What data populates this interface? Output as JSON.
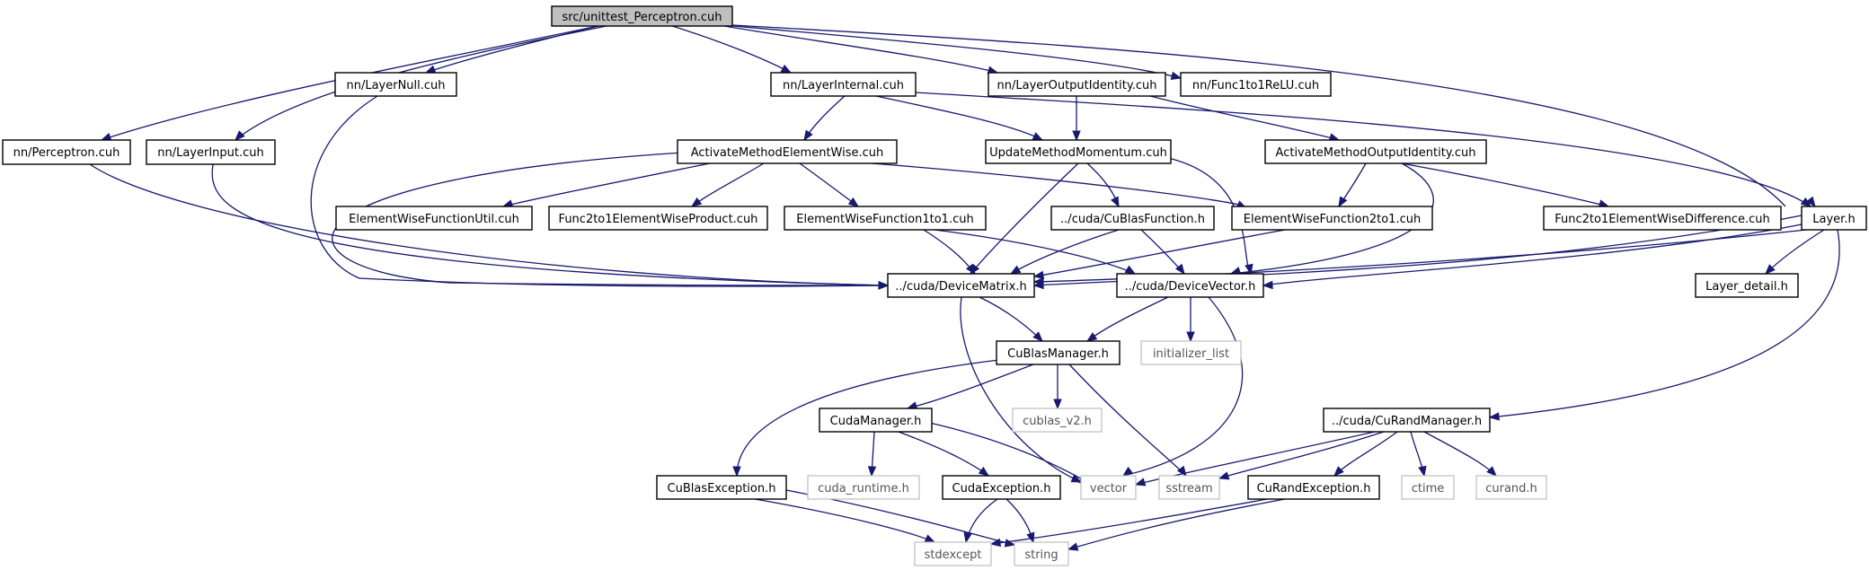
{
  "nodes": {
    "root": "src/unittest_Perceptron.cuh",
    "perceptron": "nn/Perceptron.cuh",
    "layer_input": "nn/LayerInput.cuh",
    "layer_null": "nn/LayerNull.cuh",
    "layer_internal": "nn/LayerInternal.cuh",
    "layer_output_identity": "nn/LayerOutputIdentity.cuh",
    "func_relu": "nn/Func1to1ReLU.cuh",
    "activate_elementwise": "ActivateMethodElementWise.cuh",
    "update_momentum": "UpdateMethodMomentum.cuh",
    "activate_output_identity": "ActivateMethodOutputIdentity.cuh",
    "layer_h": "Layer.h",
    "elementwise_util": "ElementWiseFunctionUtil.cuh",
    "func2to1_product": "Func2to1ElementWiseProduct.cuh",
    "elementwise_1to1": "ElementWiseFunction1to1.cuh",
    "cublas_function": "../cuda/CuBlasFunction.h",
    "elementwise_2to1": "ElementWiseFunction2to1.cuh",
    "func2to1_difference": "Func2to1ElementWiseDifference.cuh",
    "device_matrix": "../cuda/DeviceMatrix.h",
    "device_vector": "../cuda/DeviceVector.h",
    "layer_detail": "Layer_detail.h",
    "cublas_manager": "CuBlasManager.h",
    "initializer_list": "initializer_list",
    "cuda_manager": "CudaManager.h",
    "cublas_v2": "cublas_v2.h",
    "curand_manager": "../cuda/CuRandManager.h",
    "cublas_exception": "CuBlasException.h",
    "cuda_runtime": "cuda_runtime.h",
    "cuda_exception": "CudaException.h",
    "vector": "vector",
    "sstream": "sstream",
    "curand_exception": "CuRandException.h",
    "ctime": "ctime",
    "curand_h": "curand.h",
    "stdexcept": "stdexcept",
    "string": "string"
  }
}
